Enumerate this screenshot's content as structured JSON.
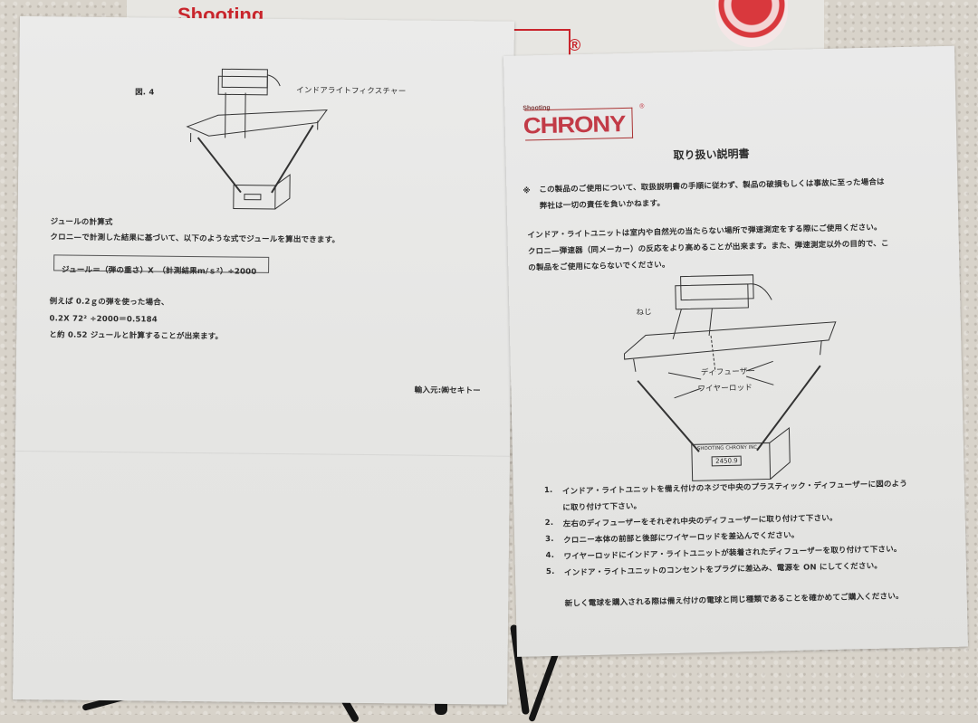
{
  "scene": {
    "background": "beige carpet",
    "box": {
      "brand_text": "Shooting",
      "registered_mark": "®",
      "accent_color": "#c9252c"
    }
  },
  "left_sheet": {
    "figure_label": "図. 4",
    "figure_caption": "インドアライトフィクスチャー",
    "device_display": "",
    "section_title": "ジュールの計算式",
    "intro": "クロニ—で計測した結果に基づいて、以下のような式でジュールを算出できます。",
    "formula": "ジュール＝（弾の重さ）X　（計測結果m/ｓ²）÷2000",
    "example_line1": "例えば 0.2ｇの弾を使った場合、",
    "example_line2": "0.2X 72² ÷2000＝0.5184",
    "example_line3": "と約 0.52 ジュールと計算することが出来ます。",
    "importer": "輸入元:㈱セキトー"
  },
  "right_sheet": {
    "logo": {
      "small_text": "Shooting",
      "brand": "CHRONY",
      "registered_mark": "®",
      "color": "#c23b47"
    },
    "title": "取り扱い説明書",
    "notice_mark": "※",
    "notice_line1": "この製品のご使用について、取扱説明書の手順に従わず、製品の破損もしくは事故に至った場合は",
    "notice_line2": "弊社は一切の責任を負いかねます。",
    "intro_line1": "インドア・ライトユニットは室内や自然光の当たらない場所で弾速測定をする際にご使用ください。",
    "intro_line2": "クロニ—弾速器（同メーカー）の反応をより高めることが出来ます。また、弾速測定以外の目的で、こ",
    "intro_line3": "の製品をご使用にならないでください。",
    "diagram": {
      "label_screw": "ねじ",
      "label_diffuser": "ディフューザー",
      "label_wire_rod": "ワイヤーロッド",
      "device_brand": "SHOOTING CHRONY INC.",
      "device_display": "2450.9"
    },
    "steps": [
      {
        "num": "1.",
        "text": "インドア・ライトユニットを備え付けのネジで中央のプラスティック・ディフューザーに図のよう",
        "cont": "に取り付けて下さい。"
      },
      {
        "num": "2.",
        "text": "左右のディフューザーをそれぞれ中央のディフューザーに取り付けて下さい。"
      },
      {
        "num": "3.",
        "text": "クロニー本体の前部と後部にワイヤーロッドを差込んでください。"
      },
      {
        "num": "4.",
        "text": "ワイヤーロッドにインドア・ライトユニットが装着されたディフューザーを取り付けて下さい。"
      },
      {
        "num": "5.",
        "text": "インドア・ライトユニットのコンセントをプラグに差込み、電源を ON にしてください。"
      }
    ],
    "footer_note": "新しく電球を購入される際は備え付けの電球と同じ種類であることを確かめてご購入ください。"
  }
}
